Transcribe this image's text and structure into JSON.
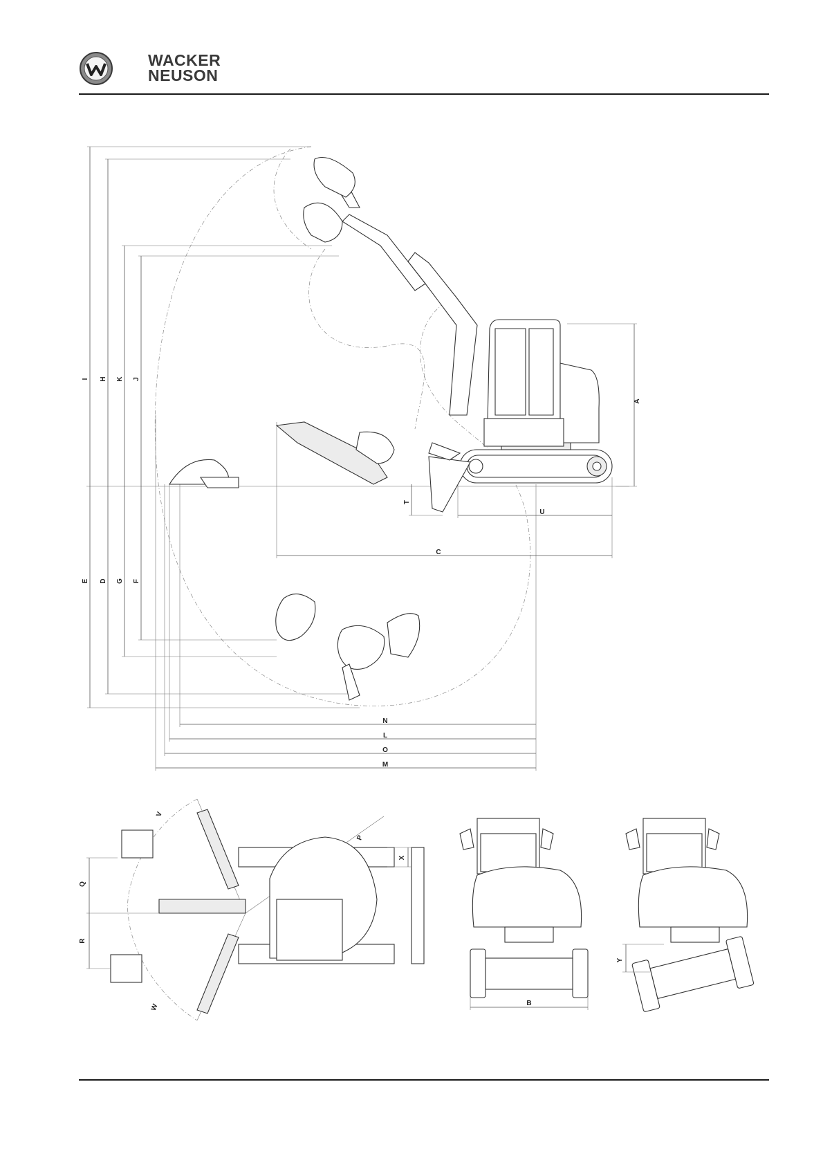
{
  "brand": {
    "line1": "WACKER",
    "line2": "NEUSON",
    "logo_icon": "wacker-neuson-w-logo-icon"
  },
  "labels": {
    "A": "A",
    "B": "B",
    "C": "C",
    "D": "D",
    "E": "E",
    "F": "F",
    "G": "G",
    "H": "H",
    "I": "I",
    "J": "J",
    "K": "K",
    "L": "L",
    "M": "M",
    "N": "N",
    "O": "O",
    "P": "P",
    "Q": "Q",
    "R": "R",
    "T": "T",
    "U": "U",
    "V": "V",
    "W": "W",
    "X": "X",
    "Y": "Y"
  }
}
